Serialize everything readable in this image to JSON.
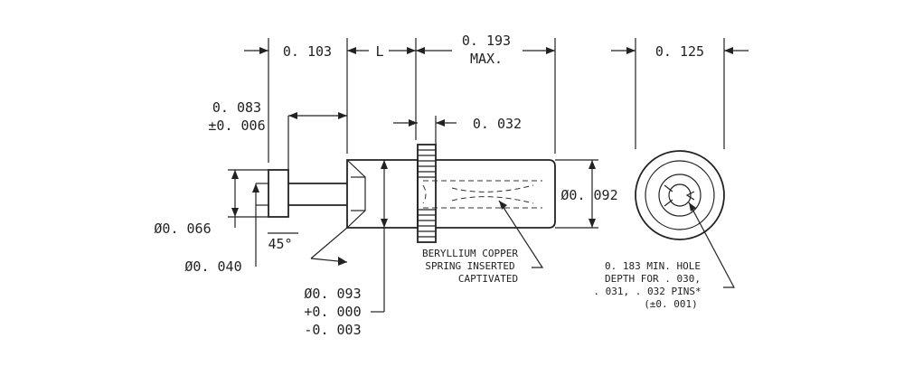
{
  "dimensions": {
    "d_0103": "0. 103",
    "d_L": "L",
    "d_0193_a": "0. 193",
    "d_0193_b": "MAX.",
    "d_0125": "0. 125",
    "d_0083_a": "0. 083",
    "d_0083_b": "±0. 006",
    "d_0032": "0. 032",
    "d_0092": "Ø0. 092",
    "d_0066": "Ø0. 066",
    "d_0040": "Ø0. 040",
    "d_45": "45°",
    "d_0093_a": "Ø0. 093",
    "d_0093_b": "+0. 000",
    "d_0093_c": "-0. 003"
  },
  "notes": {
    "spring_1": "BERYLLIUM COPPER",
    "spring_2": "SPRING INSERTED",
    "spring_3": "CAPTIVATED",
    "hole_1": "0. 183 MIN. HOLE",
    "hole_2": "DEPTH FOR . 030,",
    "hole_3": ". 031, . 032 PINS*",
    "hole_4": "(±0. 001)"
  }
}
